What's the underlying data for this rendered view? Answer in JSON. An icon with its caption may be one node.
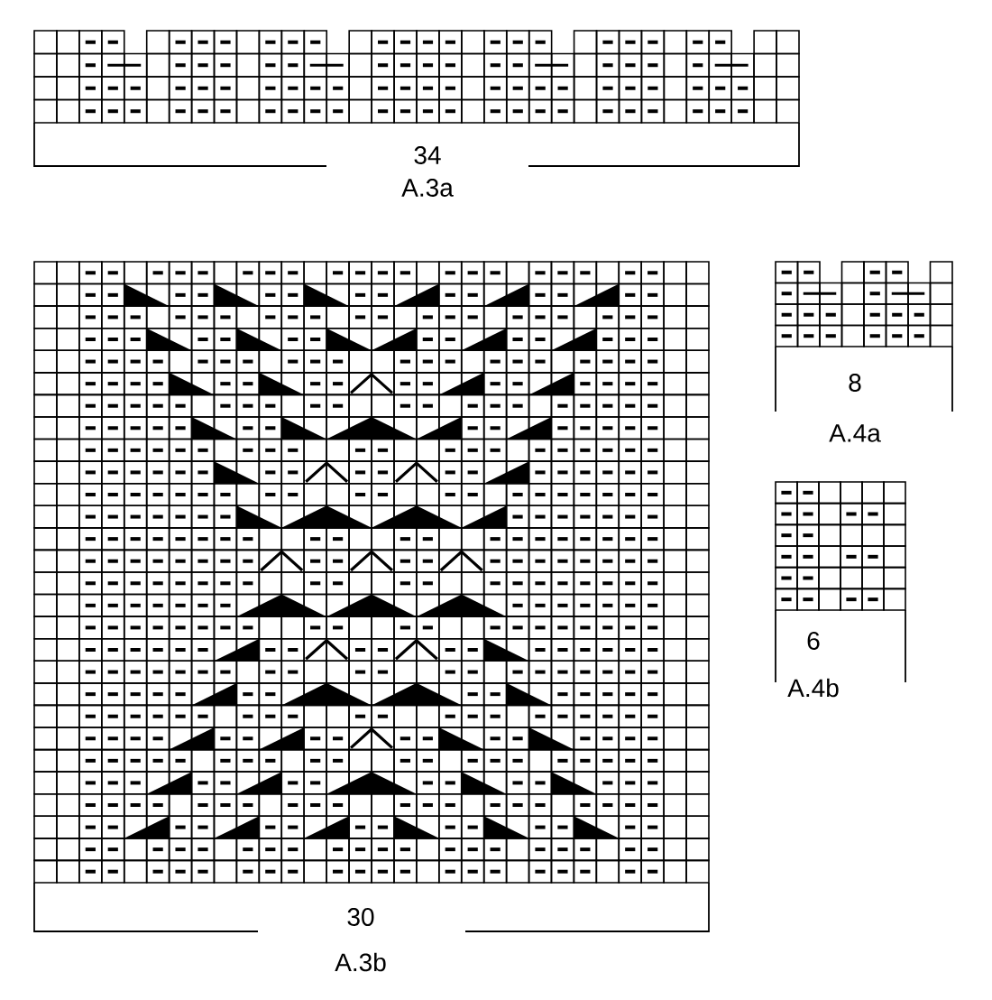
{
  "diagram": {
    "labels": [
      "34",
      "A.3a",
      "8",
      "A.4a",
      "6",
      "A.4b",
      "30",
      "A.3b"
    ]
  }
}
